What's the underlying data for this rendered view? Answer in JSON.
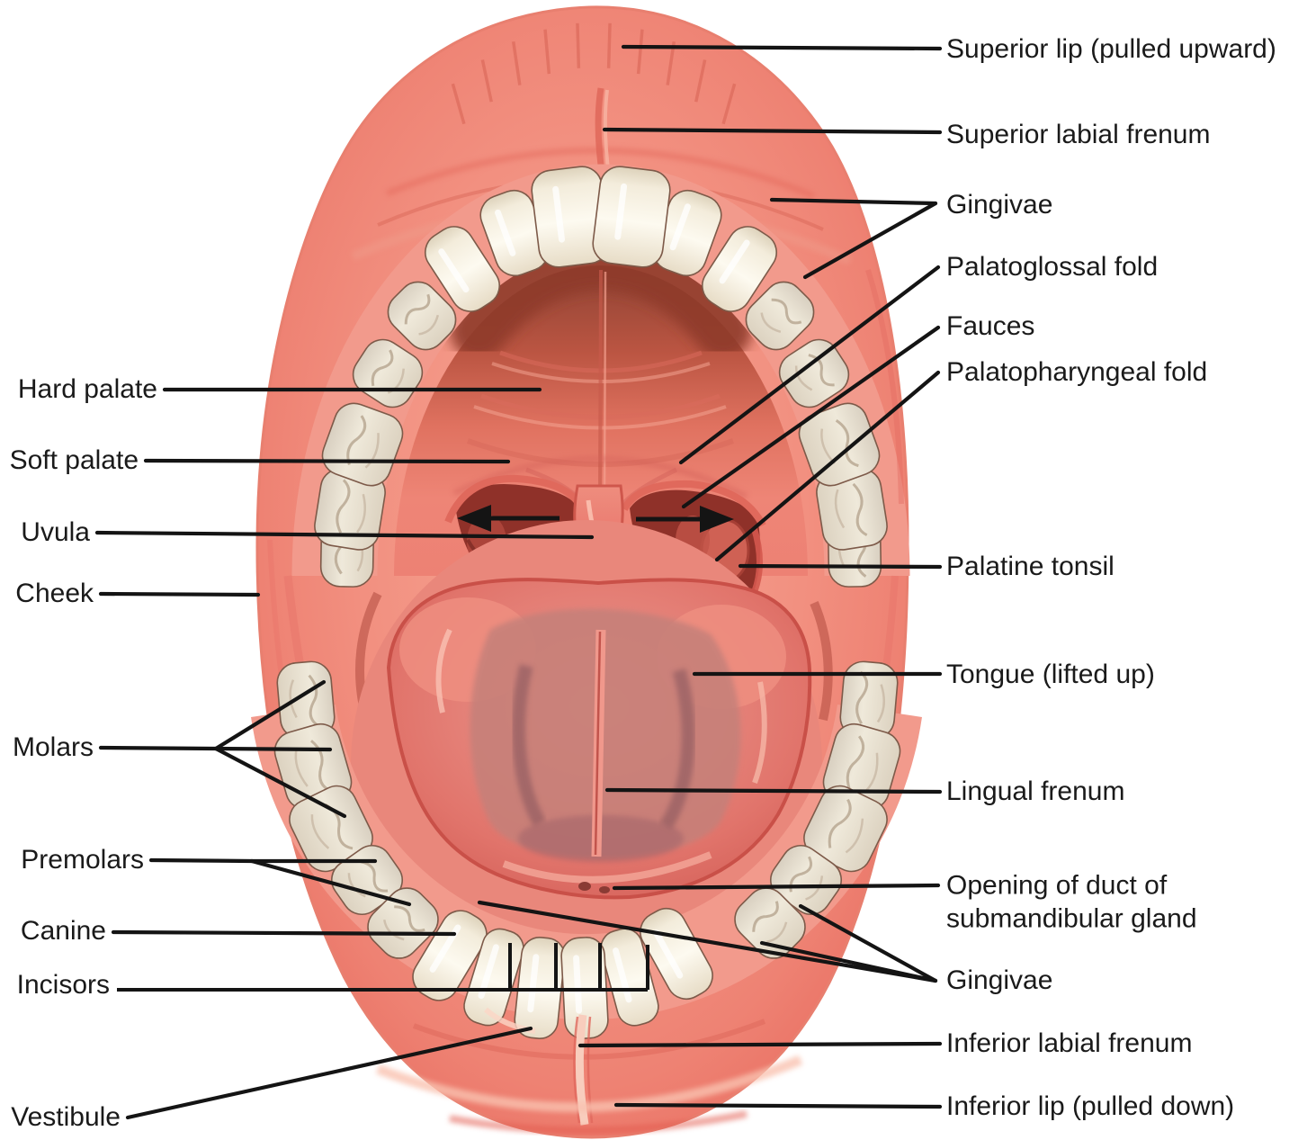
{
  "figure": {
    "type": "anatomical-diagram",
    "subject": "oral cavity, mouth wide open, anterior view",
    "labels_left": [
      {
        "id": "hard-palate",
        "text": "Hard palate"
      },
      {
        "id": "soft-palate",
        "text": "Soft palate"
      },
      {
        "id": "uvula",
        "text": "Uvula"
      },
      {
        "id": "cheek",
        "text": "Cheek"
      },
      {
        "id": "molars",
        "text": "Molars"
      },
      {
        "id": "premolars",
        "text": "Premolars"
      },
      {
        "id": "canine",
        "text": "Canine"
      },
      {
        "id": "incisors",
        "text": "Incisors"
      },
      {
        "id": "vestibule",
        "text": "Vestibule"
      }
    ],
    "labels_right": [
      {
        "id": "superior-lip",
        "text": "Superior lip (pulled upward)"
      },
      {
        "id": "superior-labial-frenum",
        "text": "Superior labial frenum"
      },
      {
        "id": "gingivae-upper",
        "text": "Gingivae"
      },
      {
        "id": "palatoglossal-fold",
        "text": "Palatoglossal fold"
      },
      {
        "id": "fauces",
        "text": "Fauces"
      },
      {
        "id": "palatopharyngeal-fold",
        "text": "Palatopharyngeal fold"
      },
      {
        "id": "palatine-tonsil",
        "text": "Palatine tonsil"
      },
      {
        "id": "tongue",
        "text": "Tongue (lifted up)"
      },
      {
        "id": "lingual-frenum",
        "text": "Lingual frenum"
      },
      {
        "id": "submandibular-duct",
        "text": "Opening of duct of submandibular gland"
      },
      {
        "id": "gingivae-lower",
        "text": "Gingivae"
      },
      {
        "id": "inferior-labial-frenum",
        "text": "Inferior labial frenum"
      },
      {
        "id": "inferior-lip",
        "text": "Inferior lip (pulled down)"
      }
    ],
    "colors": {
      "background": "#ffffff",
      "label_text": "#1a1a1a",
      "leader_line": "#141414",
      "lip_tissue": "#f19181",
      "dark_cavity": "#8f3129",
      "teeth": "#f2e9d8",
      "tongue": "#e2786e"
    }
  }
}
